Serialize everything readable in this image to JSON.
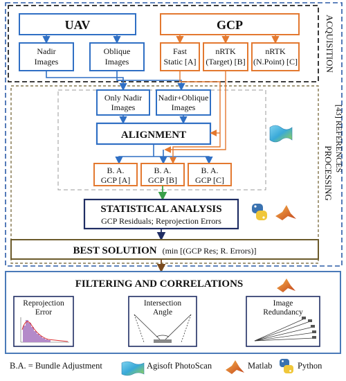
{
  "acquisition": {
    "section_label": "ACQUISITION",
    "uav": {
      "title": "UAV",
      "nadir": [
        "Nadir",
        "Images"
      ],
      "oblique": [
        "Oblique",
        "Images"
      ]
    },
    "gcp": {
      "title": "GCP",
      "fast_static": [
        "Fast",
        "Static [A]"
      ],
      "nrtk_target": [
        "nRTK",
        "(Target) [B]"
      ],
      "nrtk_point": [
        "nRTK",
        "(N.Point) [C]"
      ]
    }
  },
  "references_label": "[43] REFERENCES",
  "processing": {
    "section_label": "PROCESSING",
    "only_nadir": [
      "Only Nadir",
      "Images"
    ],
    "nadir_oblique": [
      "Nadir+Oblique",
      "Images"
    ],
    "alignment": "ALIGNMENT",
    "ba": [
      [
        "B. A.",
        "GCP [A]"
      ],
      [
        "B. A.",
        "GCP [B]"
      ],
      [
        "B. A.",
        "GCP [C]"
      ]
    ]
  },
  "statistical": {
    "title": "STATISTICAL ANALYSIS",
    "subtitle": "GCP Residuals; Reprojection Errors"
  },
  "best_solution": {
    "title": "BEST SOLUTION",
    "subtitle": "(min [(GCP Res; R. Errors)]"
  },
  "filtering": {
    "title": "FILTERING AND CORRELATIONS",
    "panels": [
      [
        "Reprojection",
        "Error"
      ],
      [
        "Intersection",
        "Angle"
      ],
      [
        "Image",
        "Redundancy"
      ]
    ]
  },
  "legend": {
    "ba": "B.A. = Bundle Adjustment",
    "agisoft": "Agisoft PhotoScan",
    "matlab": "Matlab",
    "python": "Python"
  },
  "colors": {
    "blue": "#2f6fc4",
    "orange": "#e3782f",
    "navy": "#1f2d63",
    "olive": "#6b5a2a",
    "green": "#3aa04a",
    "brown": "#7a4a1f",
    "frame_blue": "#4a7ab8"
  }
}
